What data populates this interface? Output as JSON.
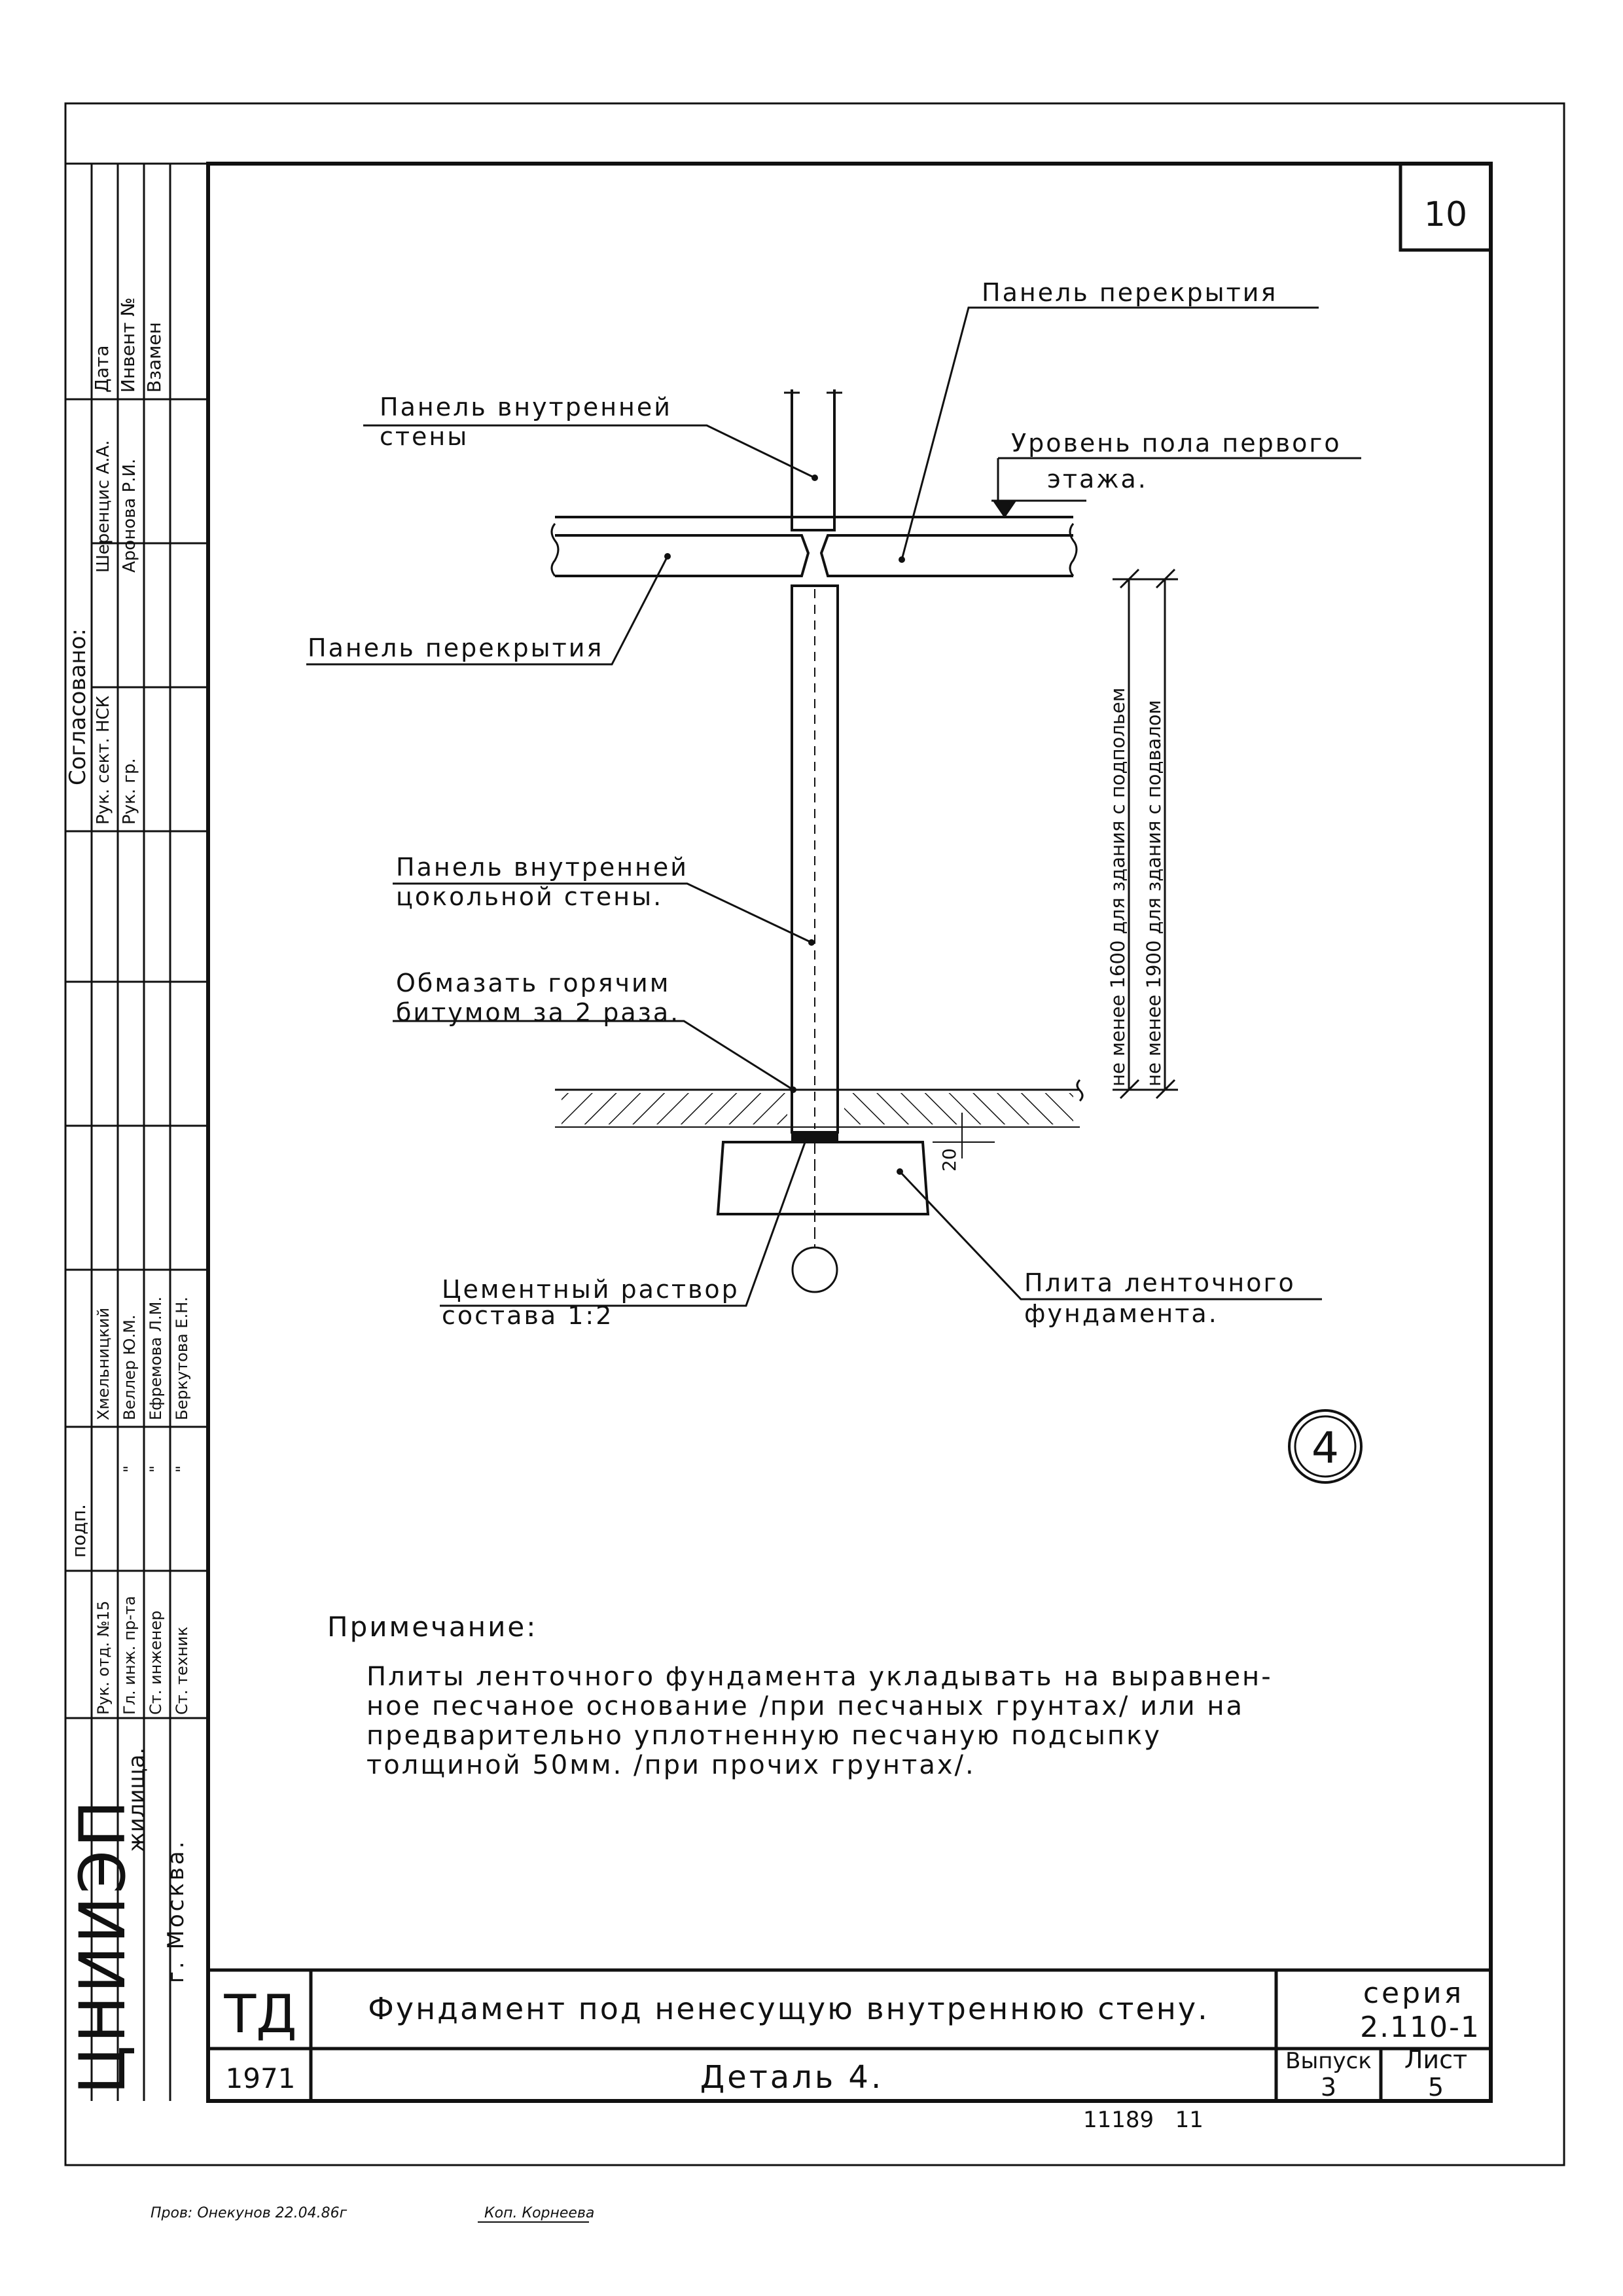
{
  "sheet_number": "10",
  "labels": {
    "panel_floor_top": "Панель перекрытия",
    "panel_inner_wall_1": "Панель внутренней",
    "panel_inner_wall_2": "стены",
    "floor_level_1": "Уровень пола первого",
    "floor_level_2": "этажа.",
    "panel_floor_left": "Панель перекрытия",
    "plinth_wall_1": "Панель внутренней",
    "plinth_wall_2": "цокольной стены.",
    "bitumen_1": "Обмазать горячим",
    "bitumen_2": "битумом за 2 раза.",
    "mortar_1": "Цементный раствор",
    "mortar_2": "состава 1:2",
    "strip_plate_1": "Плита ленточного",
    "strip_plate_2": "фундамента.",
    "dim_20": "20",
    "dim_1600": "не менее 1600 для здания с подпольем",
    "dim_1900": "не менее 1900 для здания с подвалом"
  },
  "detail_marker": "4",
  "note": {
    "title": "Примечание:",
    "lines": [
      "Плиты ленточного фундамента укладывать на выравнен-",
      "ное песчаное основание /при песчаных грунтах/ или на",
      "предварительно уплотненную песчаную подсыпку",
      "толщиной 50мм. /при прочих грунтах/."
    ]
  },
  "stamp": {
    "code": "ТД",
    "title": "Фундамент под ненесущую внутреннюю стену.",
    "series_label": "серия",
    "series_value": "2.110-1",
    "year": "1971",
    "detail": "Деталь 4.",
    "issue_label": "Выпуск",
    "issue_value": "3",
    "sheet_label": "Лист",
    "sheet_value": "5"
  },
  "sidebar": {
    "org": "ЦНИИЭП",
    "org_sub": "жилища.",
    "city": "г. Москва.",
    "agreed": "Согласовано:",
    "date": "Дата",
    "inv": "Инвент №",
    "vzamen": "Взамен",
    "approvals_top": [
      {
        "role": "",
        "name": "Шеренцис А.А."
      },
      {
        "role": "",
        "name": "Аронова Р.И."
      }
    ],
    "approvals_mid": [
      {
        "role": "Рук. сект. НСК",
        "name": ""
      },
      {
        "role": "Рук. гр.",
        "name": ""
      }
    ],
    "sign_head": "подп.",
    "staff": [
      {
        "role": "Рук. отд. №15",
        "sign": "",
        "name": "Хмельницкий"
      },
      {
        "role": "Гл. инж. пр-та",
        "sign": "\"",
        "name": "Веллер Ю.М."
      },
      {
        "role": "Ст. инженер",
        "sign": "\"",
        "name": "Ефремова Л.М."
      },
      {
        "role": "Ст. техник",
        "sign": "\"",
        "name": "Беркутова Е.Н."
      }
    ]
  },
  "bottom": {
    "archive": "11189   11",
    "checked": "Пров: Онекунов 22.04.86г",
    "copied": "Коп. Корнеева"
  }
}
